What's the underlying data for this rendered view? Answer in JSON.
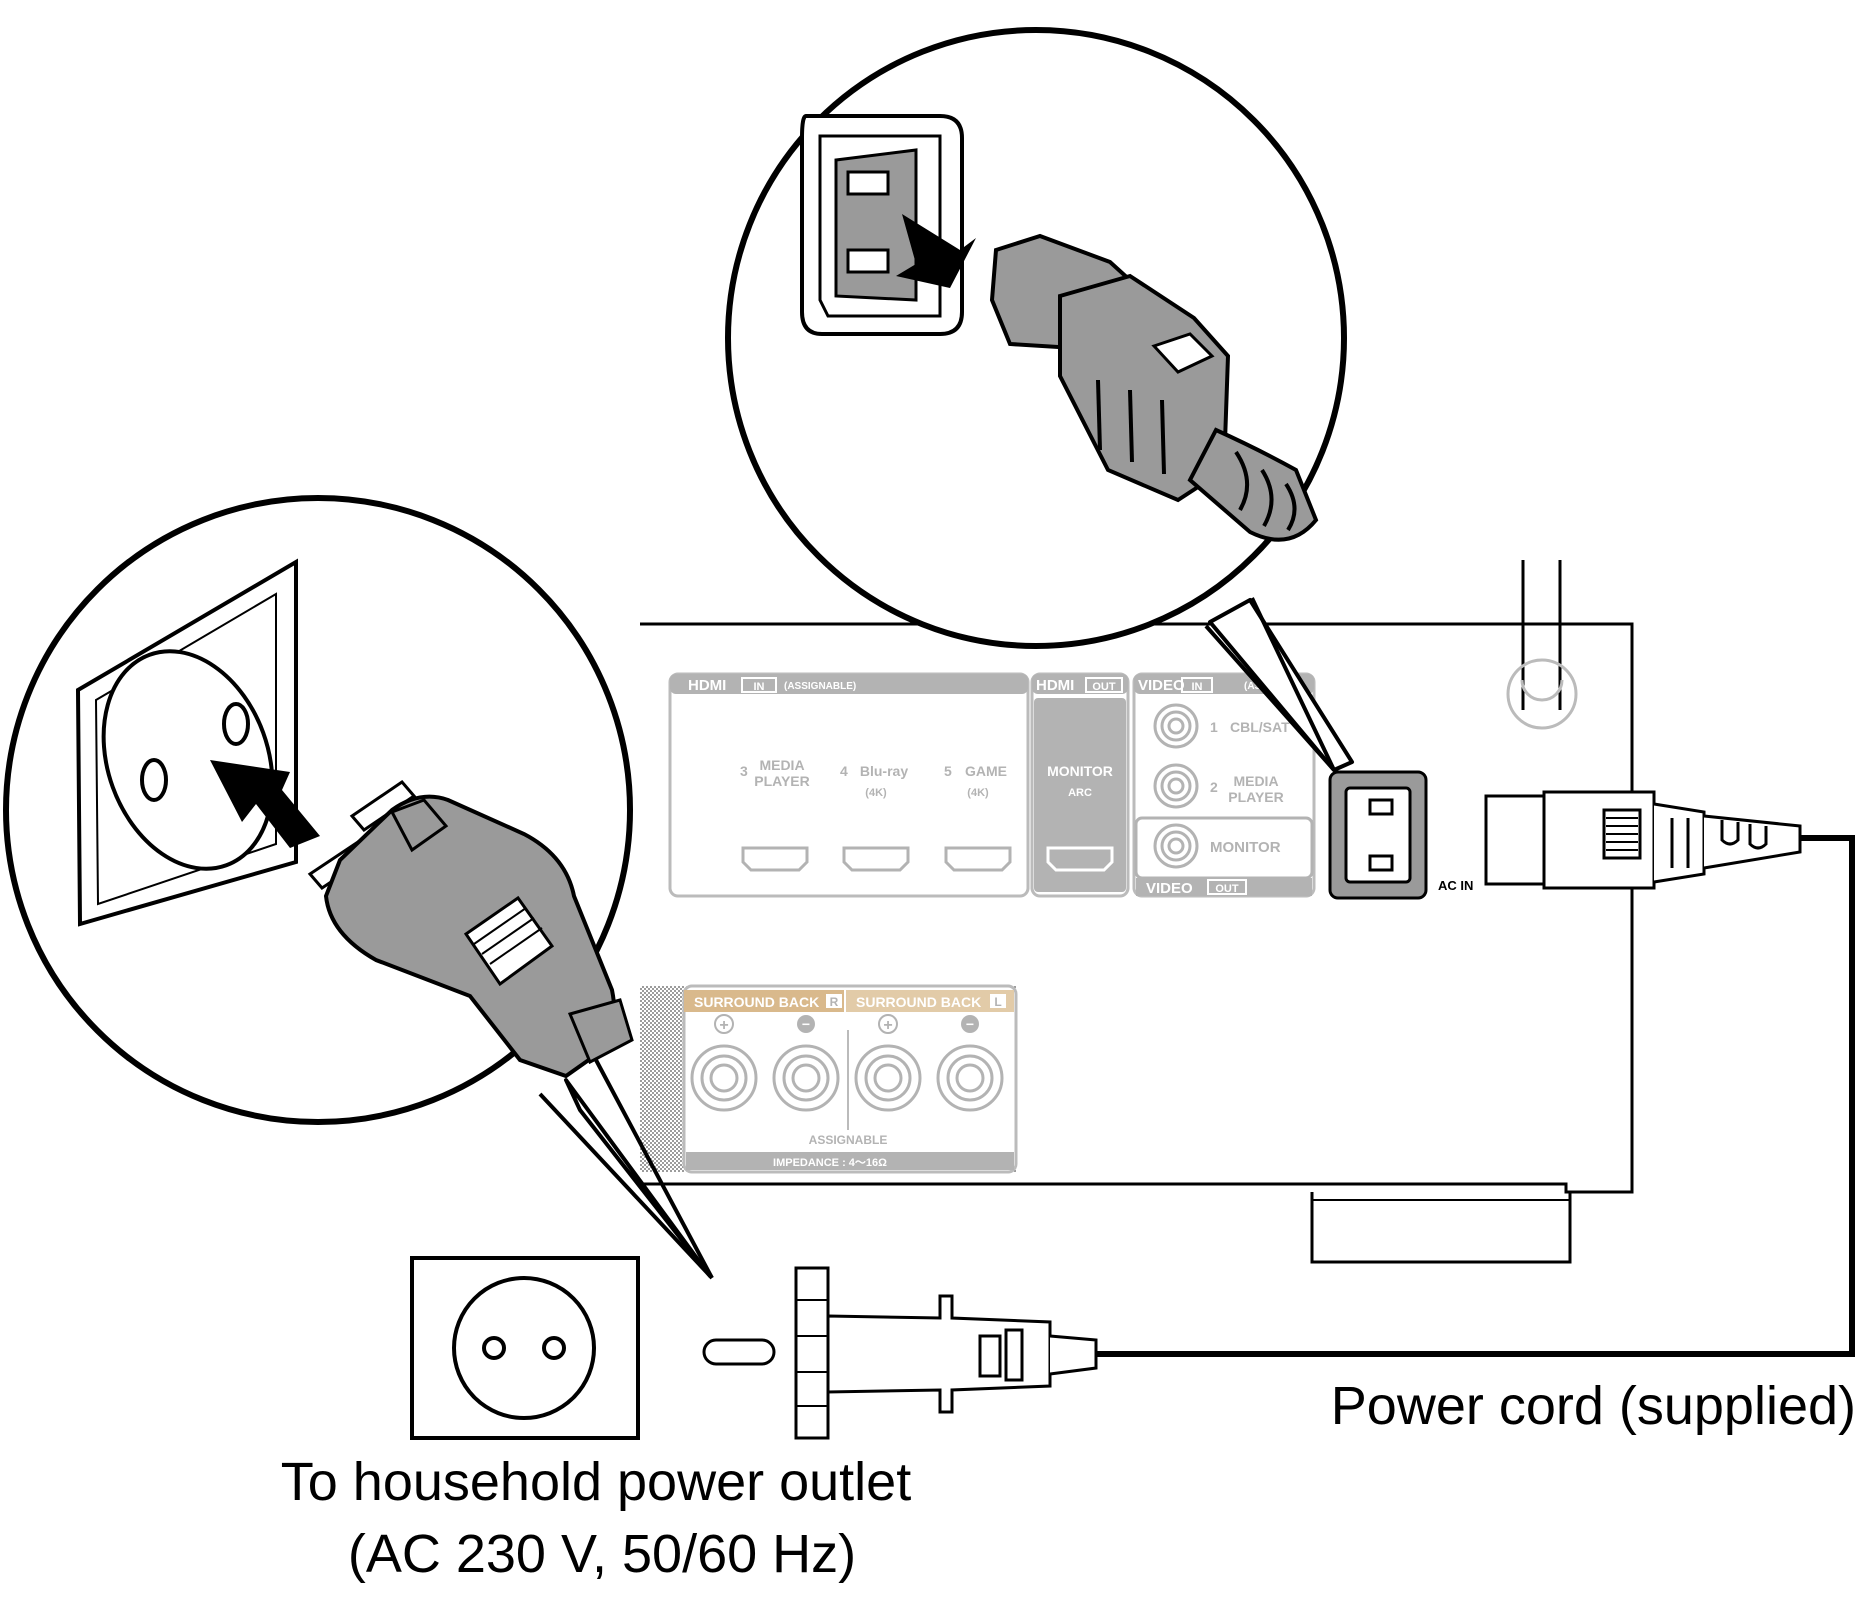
{
  "panel": {
    "hdmi_in": {
      "title": "HDMI",
      "tag": "IN",
      "note": "(ASSIGNABLE)"
    },
    "hdmi_inputs": [
      {
        "num": "3",
        "name_line1": "MEDIA",
        "name_line2": "PLAYER",
        "sub": ""
      },
      {
        "num": "4",
        "name_line1": "Blu-ray",
        "name_line2": "",
        "sub": "(4K)"
      },
      {
        "num": "5",
        "name_line1": "GAME",
        "name_line2": "",
        "sub": "(4K)"
      }
    ],
    "hdmi_out": {
      "title": "HDMI",
      "tag": "OUT",
      "label": "MONITOR",
      "sub": "ARC"
    },
    "video_in": {
      "title": "VIDEO",
      "tag": "IN",
      "note": "(ASS"
    },
    "video_inputs": [
      {
        "num": "1",
        "name_line1": "CBL/SAT",
        "name_line2": ""
      },
      {
        "num": "2",
        "name_line1": "MEDIA",
        "name_line2": "PLAYER"
      }
    ],
    "video_out": {
      "title": "VIDEO",
      "tag": "OUT",
      "label": "MONITOR"
    },
    "ac_in": "AC IN",
    "surround_back_r": {
      "title": "SURROUND BACK",
      "tag": "R"
    },
    "surround_back_l": {
      "title": "SURROUND BACK",
      "tag": "L"
    },
    "plus": "+",
    "minus": "−",
    "assignable": "ASSIGNABLE",
    "impedance": "IMPEDANCE : 4～16Ω"
  },
  "captions": {
    "outlet_line1": "To household power outlet",
    "outlet_line2": "(AC 230 V, 50/60 Hz)",
    "power_cord": "Power cord (supplied)"
  },
  "colors": {
    "panel_gray": "#b3b3b3",
    "surround_accent": "#d9b98c",
    "plug_gray": "#9a9a9a"
  }
}
